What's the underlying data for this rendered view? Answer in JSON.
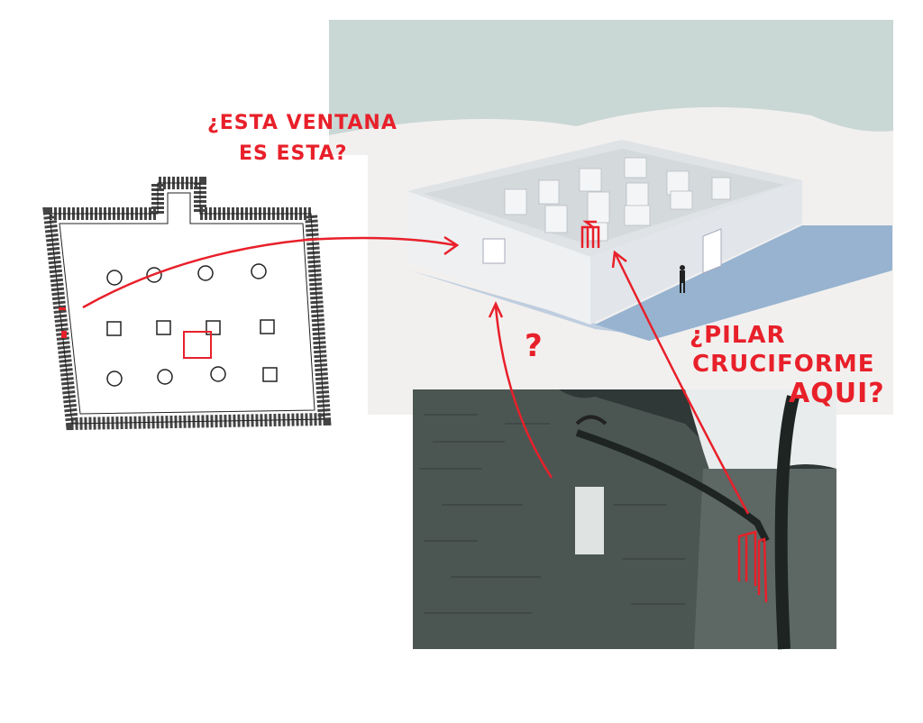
{
  "annotations": {
    "window_question_line1": "¿ESTA VENTANA",
    "window_question_line2": "ES ESTA?",
    "pillar_question_line1": "¿PILAR",
    "pillar_question_line2": "CRUCIFORME",
    "pillar_question_line3": "AQUI?",
    "question_mark": "?"
  },
  "colors": {
    "annotation_red": "#e8202a",
    "sky": "#c9d7d5",
    "ground": "#f2f0ef",
    "wall": "#eef0f2",
    "shadow": "#7fa4c8"
  }
}
